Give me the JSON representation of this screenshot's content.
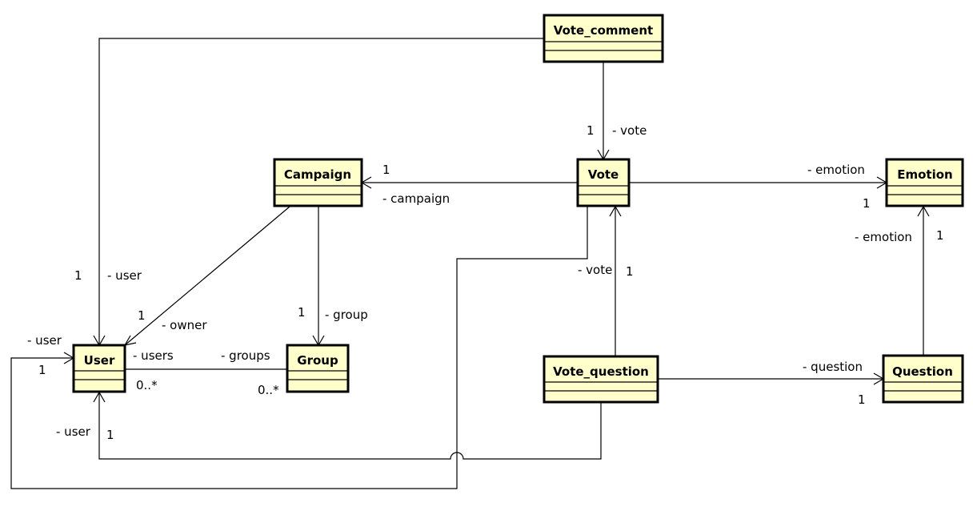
{
  "classes": {
    "vote_comment": "Vote_comment",
    "campaign": "Campaign",
    "vote": "Vote",
    "emotion": "Emotion",
    "user": "User",
    "group": "Group",
    "vote_question": "Vote_question",
    "question": "Question"
  },
  "labels": {
    "vc_vote_mult": "1",
    "vc_vote_role": "- vote",
    "vc_user_mult": "1",
    "vc_user_role": "- user",
    "vote_campaign_mult": "1",
    "vote_campaign_role": "- campaign",
    "vote_emotion_role": "- emotion",
    "vote_emotion_mult": "1",
    "campaign_owner_mult": "1",
    "campaign_owner_role": "- owner",
    "campaign_group_mult": "1",
    "campaign_group_role": "- group",
    "user_groups_users_role": "- users",
    "user_groups_users_mult": "0..*",
    "user_groups_groups_role": "- groups",
    "user_groups_groups_mult": "0..*",
    "vote_user_role": "- user",
    "vote_user_mult": "1",
    "vq_user_role": "- user",
    "vq_user_mult": "1",
    "vq_vote_role": "- vote",
    "vq_vote_mult": "1",
    "vq_question_role": "- question",
    "vq_question_mult": "1",
    "question_emotion_role": "- emotion",
    "question_emotion_mult": "1"
  }
}
